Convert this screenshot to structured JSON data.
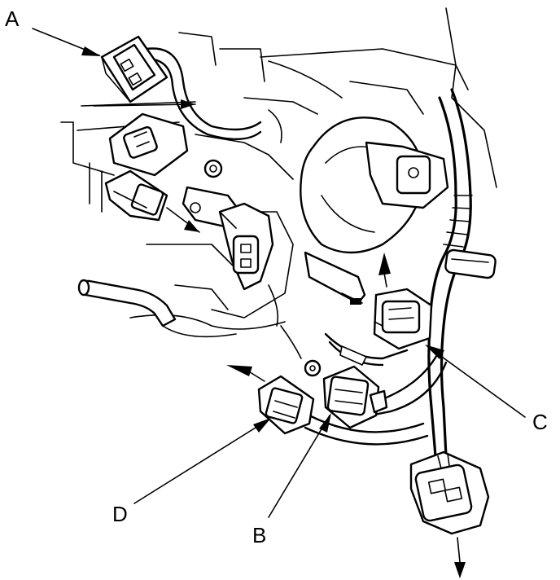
{
  "callouts": {
    "a": {
      "label": "A"
    },
    "b": {
      "label": "B"
    },
    "c": {
      "label": "C"
    },
    "d": {
      "label": "D"
    }
  },
  "colors": {
    "line": "#000000",
    "background": "#ffffff"
  }
}
